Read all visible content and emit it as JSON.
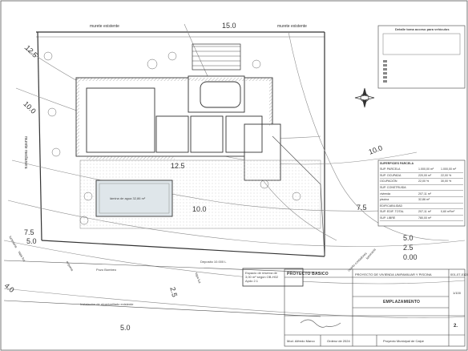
{
  "plan": {
    "boundary_top_left": "murete existente",
    "boundary_top_right": "murete existente",
    "boundary_left": "murete medianera",
    "dims": {
      "top": "15.0",
      "left_upper": "12.5",
      "left_mid": "10.0",
      "center": "12.5",
      "right_mid": "10.0",
      "right_lower": "7.5",
      "right_5": "5.0",
      "right_25": "2.5",
      "right_00": "0.00",
      "left_75": "7.5",
      "left_50": "5.0",
      "left_40": "4.0",
      "bottom_25": "2.5",
      "bottom_5": "5.0",
      "center_10": "10.0"
    },
    "labels": {
      "pool": "lámina de agua 32,86 m²",
      "parking_label": "Espacio de reserva de\n3,00 m² según OB-H02\nApdo 2.1",
      "depth_label": "Deposito 10.000 L",
      "pump_label": "Pozo Bombeo",
      "bottom_note": "Instalación de alcantarillado existente",
      "bottom_tags": [
        "luminaria",
        "tapa luz",
        "arqueta",
        "tapa luz",
        "luminaria",
        "cuarto contadores"
      ]
    }
  },
  "legend": {
    "title": "Detalle toma acceso para vehículos"
  },
  "summary_table": {
    "title": "SUPERFICIES PARCELA",
    "rows": [
      {
        "label": "SUP. PARCELA",
        "v1": "1.000,00 m²",
        "v2": "1.000,00 m²"
      },
      {
        "label": "SUP. OCUPADA",
        "v1": "220,00 m²",
        "v2": "22,00 %"
      },
      {
        "label": "OCUPACIÓN",
        "v1": "22,00 %",
        "v2": "30,00 %"
      },
      {
        "label": "SUP. CONSTRUIDA",
        "v1": "",
        "v2": ""
      },
      {
        "label": "vivienda",
        "v1": "207,11 m²",
        "v2": ""
      },
      {
        "label": "piscina",
        "v1": "32,86 m²",
        "v2": ""
      },
      {
        "label": "EDIFICABILIDAD",
        "v1": "",
        "v2": ""
      },
      {
        "label": "SUP. EDIF. TOTAL",
        "v1": "207,11 m²",
        "v2": "0,60 m²/m²"
      },
      {
        "label": "SUP. LIBRE",
        "v1": "780,00 m²",
        "v2": ""
      }
    ]
  },
  "title_block": {
    "project_type": "PROYECTO BASICO",
    "description": "PROYECTO DE VIVIENDA UNIFAMILIAR Y PISCINA",
    "date": "001-07-0124",
    "scale": "1/100",
    "sheet_title": "EMPLAZAMIENTO",
    "sheet_no": "2.",
    "architect": "Mod. Alfredo Marco",
    "location": "Ordenz de 2024",
    "promoter": "Proyecto Municipal de Calpe"
  },
  "colors": {
    "line": "#4a4a4a",
    "light_line": "#9a9a9a",
    "hatch": "#6f6f6f",
    "pool": "#dfe6ea"
  }
}
